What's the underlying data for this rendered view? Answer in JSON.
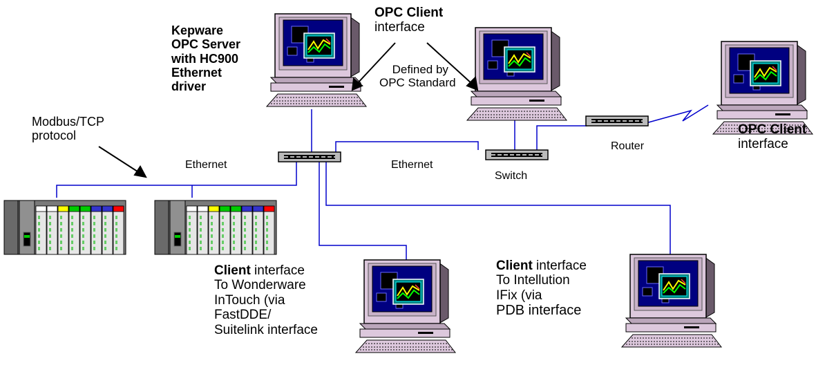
{
  "labels": {
    "kepware_server": [
      "Kepware",
      "OPC Server",
      "with HC900",
      "Ethernet",
      "driver"
    ],
    "opc_client_top_bold": "OPC Client",
    "opc_client_top_rest": "interface",
    "defined_by": [
      "Defined by",
      "OPC Standard"
    ],
    "modbus": [
      "Modbus/TCP",
      "protocol"
    ],
    "ethernet_left": "Ethernet",
    "ethernet_mid": "Ethernet",
    "switch": "Switch",
    "router": "Router",
    "opc_client_right_bold": "OPC Client",
    "opc_client_right_rest": "interface",
    "client_wonderware_bold": "Client",
    "client_wonderware_rest": " interface",
    "client_wonderware_lines": [
      "To Wonderware",
      "InTouch (via",
      "FastDDE/",
      "Suitelink interface"
    ],
    "client_intellution_bold": "Client",
    "client_intellution_rest": " interface",
    "client_intellution_lines": [
      "To Intellution",
      "IFix (via",
      "PDB interface"
    ]
  },
  "colors": {
    "network_line": "#0000cc",
    "arrow": "#000000",
    "monitor_body": "#ddc8dd",
    "monitor_screen": "#000080",
    "chart_panel": "#008080",
    "trend_green": "#00ff00",
    "trend_yellow": "#ffff00",
    "plc_body": "#808080"
  },
  "icons": {
    "workstation": "computer-workstation-icon",
    "hub": "ethernet-hub-icon",
    "plc": "hc900-controller-rack-icon",
    "router_link": "lightning-link-icon"
  },
  "plc_module_colors": [
    "#ffffff",
    "#ffffff",
    "#ffff00",
    "#00cc00",
    "#00cc00",
    "#3333cc",
    "#3333cc",
    "#ff0000"
  ]
}
